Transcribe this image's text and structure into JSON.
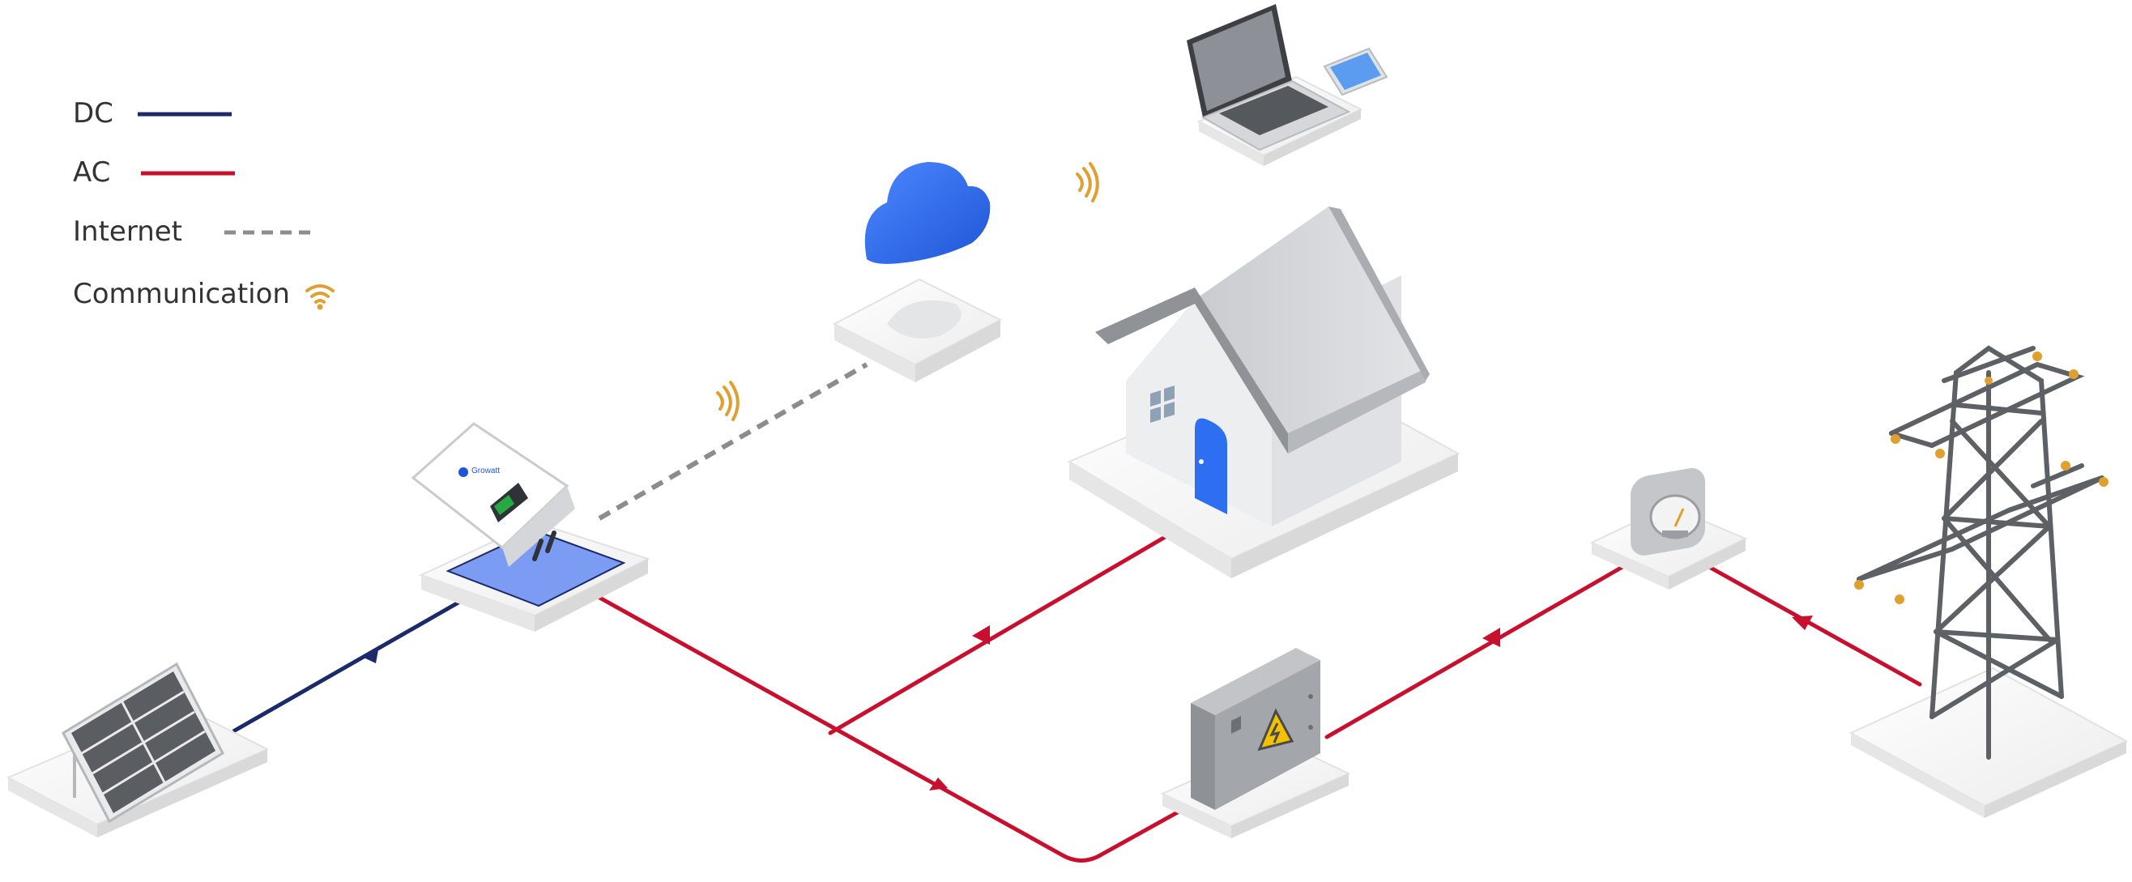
{
  "legend": {
    "items": [
      {
        "key": "dc",
        "label": "DC",
        "color": "#1b2a6b",
        "style": "solid"
      },
      {
        "key": "ac",
        "label": "AC",
        "color": "#c8102e",
        "style": "solid"
      },
      {
        "key": "internet",
        "label": "Internet",
        "color": "#8c8c8c",
        "style": "dashed"
      },
      {
        "key": "communication",
        "label": "Communication",
        "color": "#e0a030",
        "style": "wifi-icon"
      }
    ]
  },
  "inverter_brand": "Growatt",
  "colors": {
    "dc": "#1b2a6b",
    "ac": "#c8102e",
    "internet": "#8c8c8c",
    "communication": "#e0a030",
    "cloud": "#2e6ff2",
    "door": "#2e6ff2",
    "inverter_base": "#7b9cf2",
    "platform": "#f4f4f4",
    "roof": "#9fa3a8",
    "wall": "#e6e7e9",
    "panel": "#5a5d62",
    "box": "#a3a6aa",
    "tower": "#5d6064"
  },
  "icons": [
    "solar-panel-icon",
    "inverter-icon",
    "cloud-icon",
    "router-icon",
    "laptop-icon",
    "phone-icon",
    "house-icon",
    "distribution-box-icon",
    "electric-meter-icon",
    "transmission-tower-icon",
    "wifi-icon",
    "warning-icon"
  ]
}
